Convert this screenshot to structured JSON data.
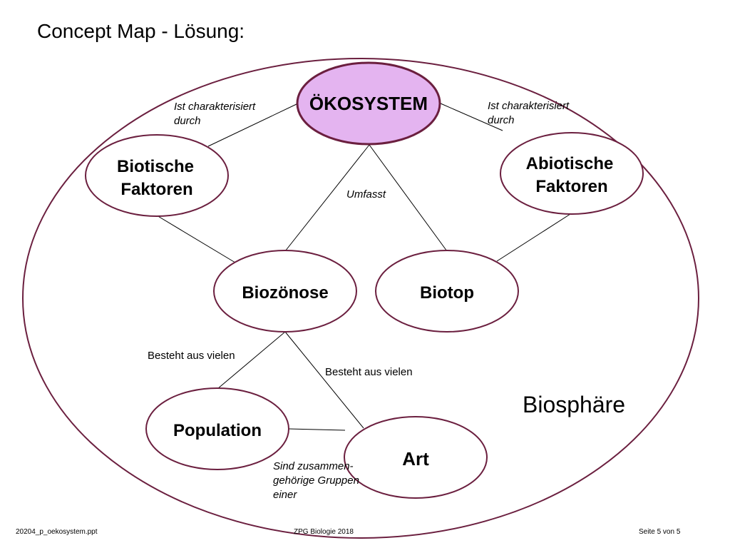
{
  "title": "Concept Map - Lösung:",
  "biosphere_label": "Biosphäre",
  "nodes": {
    "oekosystem": "ÖKOSYSTEM",
    "biotische_1": "Biotische",
    "biotische_2": "Faktoren",
    "abiotische_1": "Abiotische",
    "abiotische_2": "Faktoren",
    "biozoenose": "Biozönose",
    "biotop": "Biotop",
    "population": "Population",
    "art": "Art"
  },
  "edges": {
    "left_char_1": "Ist charakterisiert",
    "left_char_2": "durch",
    "right_char_1": "Ist charakterisiert",
    "right_char_2": "durch",
    "umfasst": "Umfasst",
    "besteht_left": "Besteht aus vielen",
    "besteht_right": "Besteht aus vielen",
    "gruppen_1": "Sind zusammen-",
    "gruppen_2": "gehörige Gruppen",
    "gruppen_3": "einer"
  },
  "footer": {
    "left": "20204_p_oekosystem.ppt",
    "center": "ZPG Biologie 2018",
    "right": "Seite 5 von 5"
  },
  "colors": {
    "outline": "#6b1f3f",
    "oekosystem_fill": "#e4b4f0",
    "line": "#000000"
  }
}
